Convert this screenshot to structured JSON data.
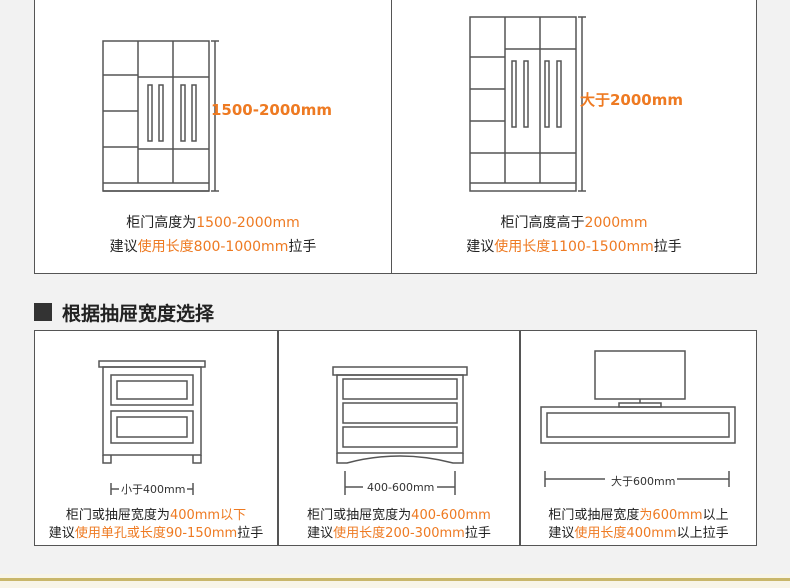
{
  "top_panels": [
    {
      "dimension": "1500-2000mm",
      "line1": {
        "prefix": "柜门高度为",
        "highlight": "1500-2000mm",
        "suffix": ""
      },
      "line2": {
        "prefix": "建议",
        "highlight": "使用长度800-1000mm",
        "suffix": "拉手"
      }
    },
    {
      "dimension": "大于2000mm",
      "line1": {
        "prefix": "柜门高度高于",
        "highlight": "2000mm",
        "suffix": ""
      },
      "line2": {
        "prefix": "建议",
        "highlight": "使用长度1100-1500mm",
        "suffix": "拉手"
      }
    }
  ],
  "section_title": "根据抽屉宽度选择",
  "bottom_panels": [
    {
      "ruler": "小于400mm",
      "line1": {
        "prefix": "柜门或抽屉宽度为",
        "highlight": "400mm以下",
        "suffix": ""
      },
      "line2": {
        "prefix": "建议",
        "highlight": "使用单孔或长度90-150mm",
        "suffix": "拉手"
      }
    },
    {
      "ruler": "400-600mm",
      "line1": {
        "prefix": "柜门或抽屉宽度为",
        "highlight": "400-600mm",
        "suffix": ""
      },
      "line2": {
        "prefix": "建议",
        "highlight": "使用长度200-300mm",
        "suffix": "拉手"
      }
    },
    {
      "ruler": "大于600mm",
      "line1": {
        "prefix": "柜门或抽屉宽度",
        "highlight": "为600mm",
        "suffix": "以上"
      },
      "line2": {
        "prefix": "建议",
        "highlight": "使用长度400mm",
        "suffix": "以上拉手"
      }
    }
  ],
  "colors": {
    "accent": "#ee7a22",
    "line": "#555555",
    "footer": "#c9b76a"
  }
}
